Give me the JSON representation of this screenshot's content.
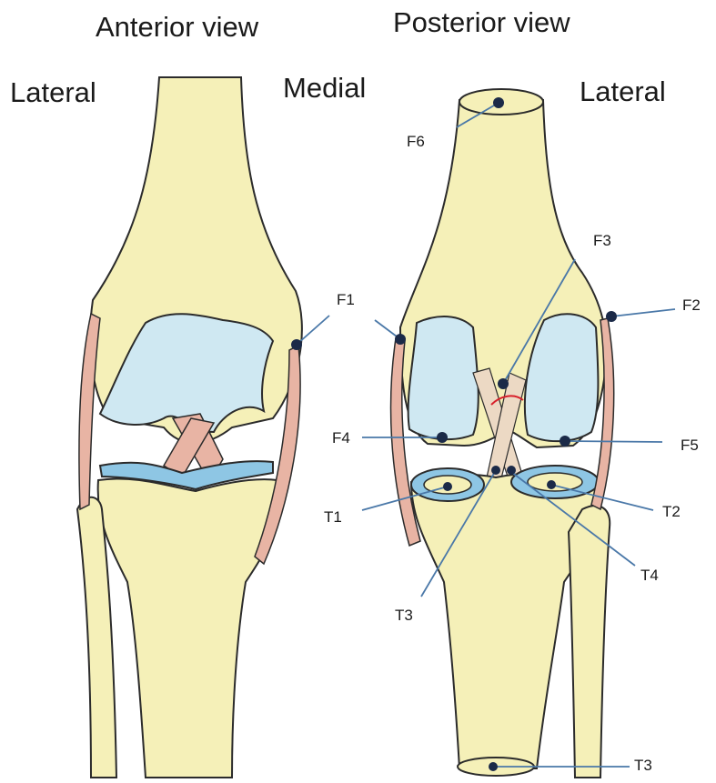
{
  "headings": {
    "anterior": "Anterior view",
    "posterior": "Posterior view"
  },
  "orientation": {
    "anterior_lateral": "Lateral",
    "anterior_medial": "Medial",
    "posterior_lateral": "Lateral"
  },
  "markers": {
    "F1": "F1",
    "F2": "F2",
    "F3": "F3",
    "F4": "F4",
    "F5": "F5",
    "F6": "F6",
    "T1": "T1",
    "T2": "T2",
    "T3_upper": "T3",
    "T3_lower": "T3",
    "T4": "T4"
  },
  "colors": {
    "bone": "#f5f0b8",
    "cartilage": "#cfe8f2",
    "meniscus": "#8ec6e4",
    "ligament": "#e8b4a4",
    "outline": "#2b2b2b",
    "pointer": "#4a78a8",
    "dot": "#1b2a48",
    "accent_red": "#d8202a"
  }
}
